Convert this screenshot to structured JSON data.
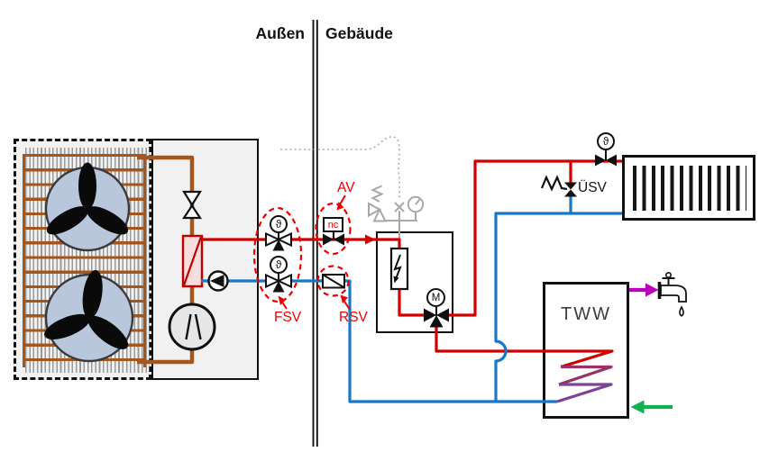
{
  "zones": {
    "outside": "Außen",
    "building": "Gebäude"
  },
  "annotations": {
    "fsv": "FSV",
    "rsv": "RSV",
    "av": "AV",
    "av_state": "nc",
    "uesv": "ÜSV"
  },
  "components": {
    "tank_label": "TWW",
    "temp_sensor_symbol": "ϑ",
    "motor_symbol": "M"
  },
  "icons": {
    "fan": "fan-blades-icon",
    "compressor": "compressor-icon",
    "pump": "pump-icon",
    "expansion_valve": "expansion-valve-icon",
    "heater": "electric-heater-icon",
    "safety_group": "safety-valve-group-icon",
    "pressure_gauge": "pressure-gauge-icon",
    "faucet": "faucet-icon",
    "droplet": "droplet-icon",
    "radiator": "radiator-icon",
    "coil": "heat-exchanger-coil-icon"
  },
  "colors": {
    "supply_red": "#d10000",
    "return_blue": "#1878c8",
    "refrigerant_brown": "#a4561c",
    "annotation_red": "#ea0000",
    "dhw_magenta": "#bb00bb",
    "cold_water_green": "#10b050",
    "ghost_gray": "#a8a8a8",
    "coil_purple_1": "#993366",
    "coil_purple_2": "#7b4397",
    "fan_blue": "#b8c7dc",
    "unit_bg": "#f1f1f1",
    "hx_pink": "#f6dede",
    "hx_red": "#c00000"
  }
}
